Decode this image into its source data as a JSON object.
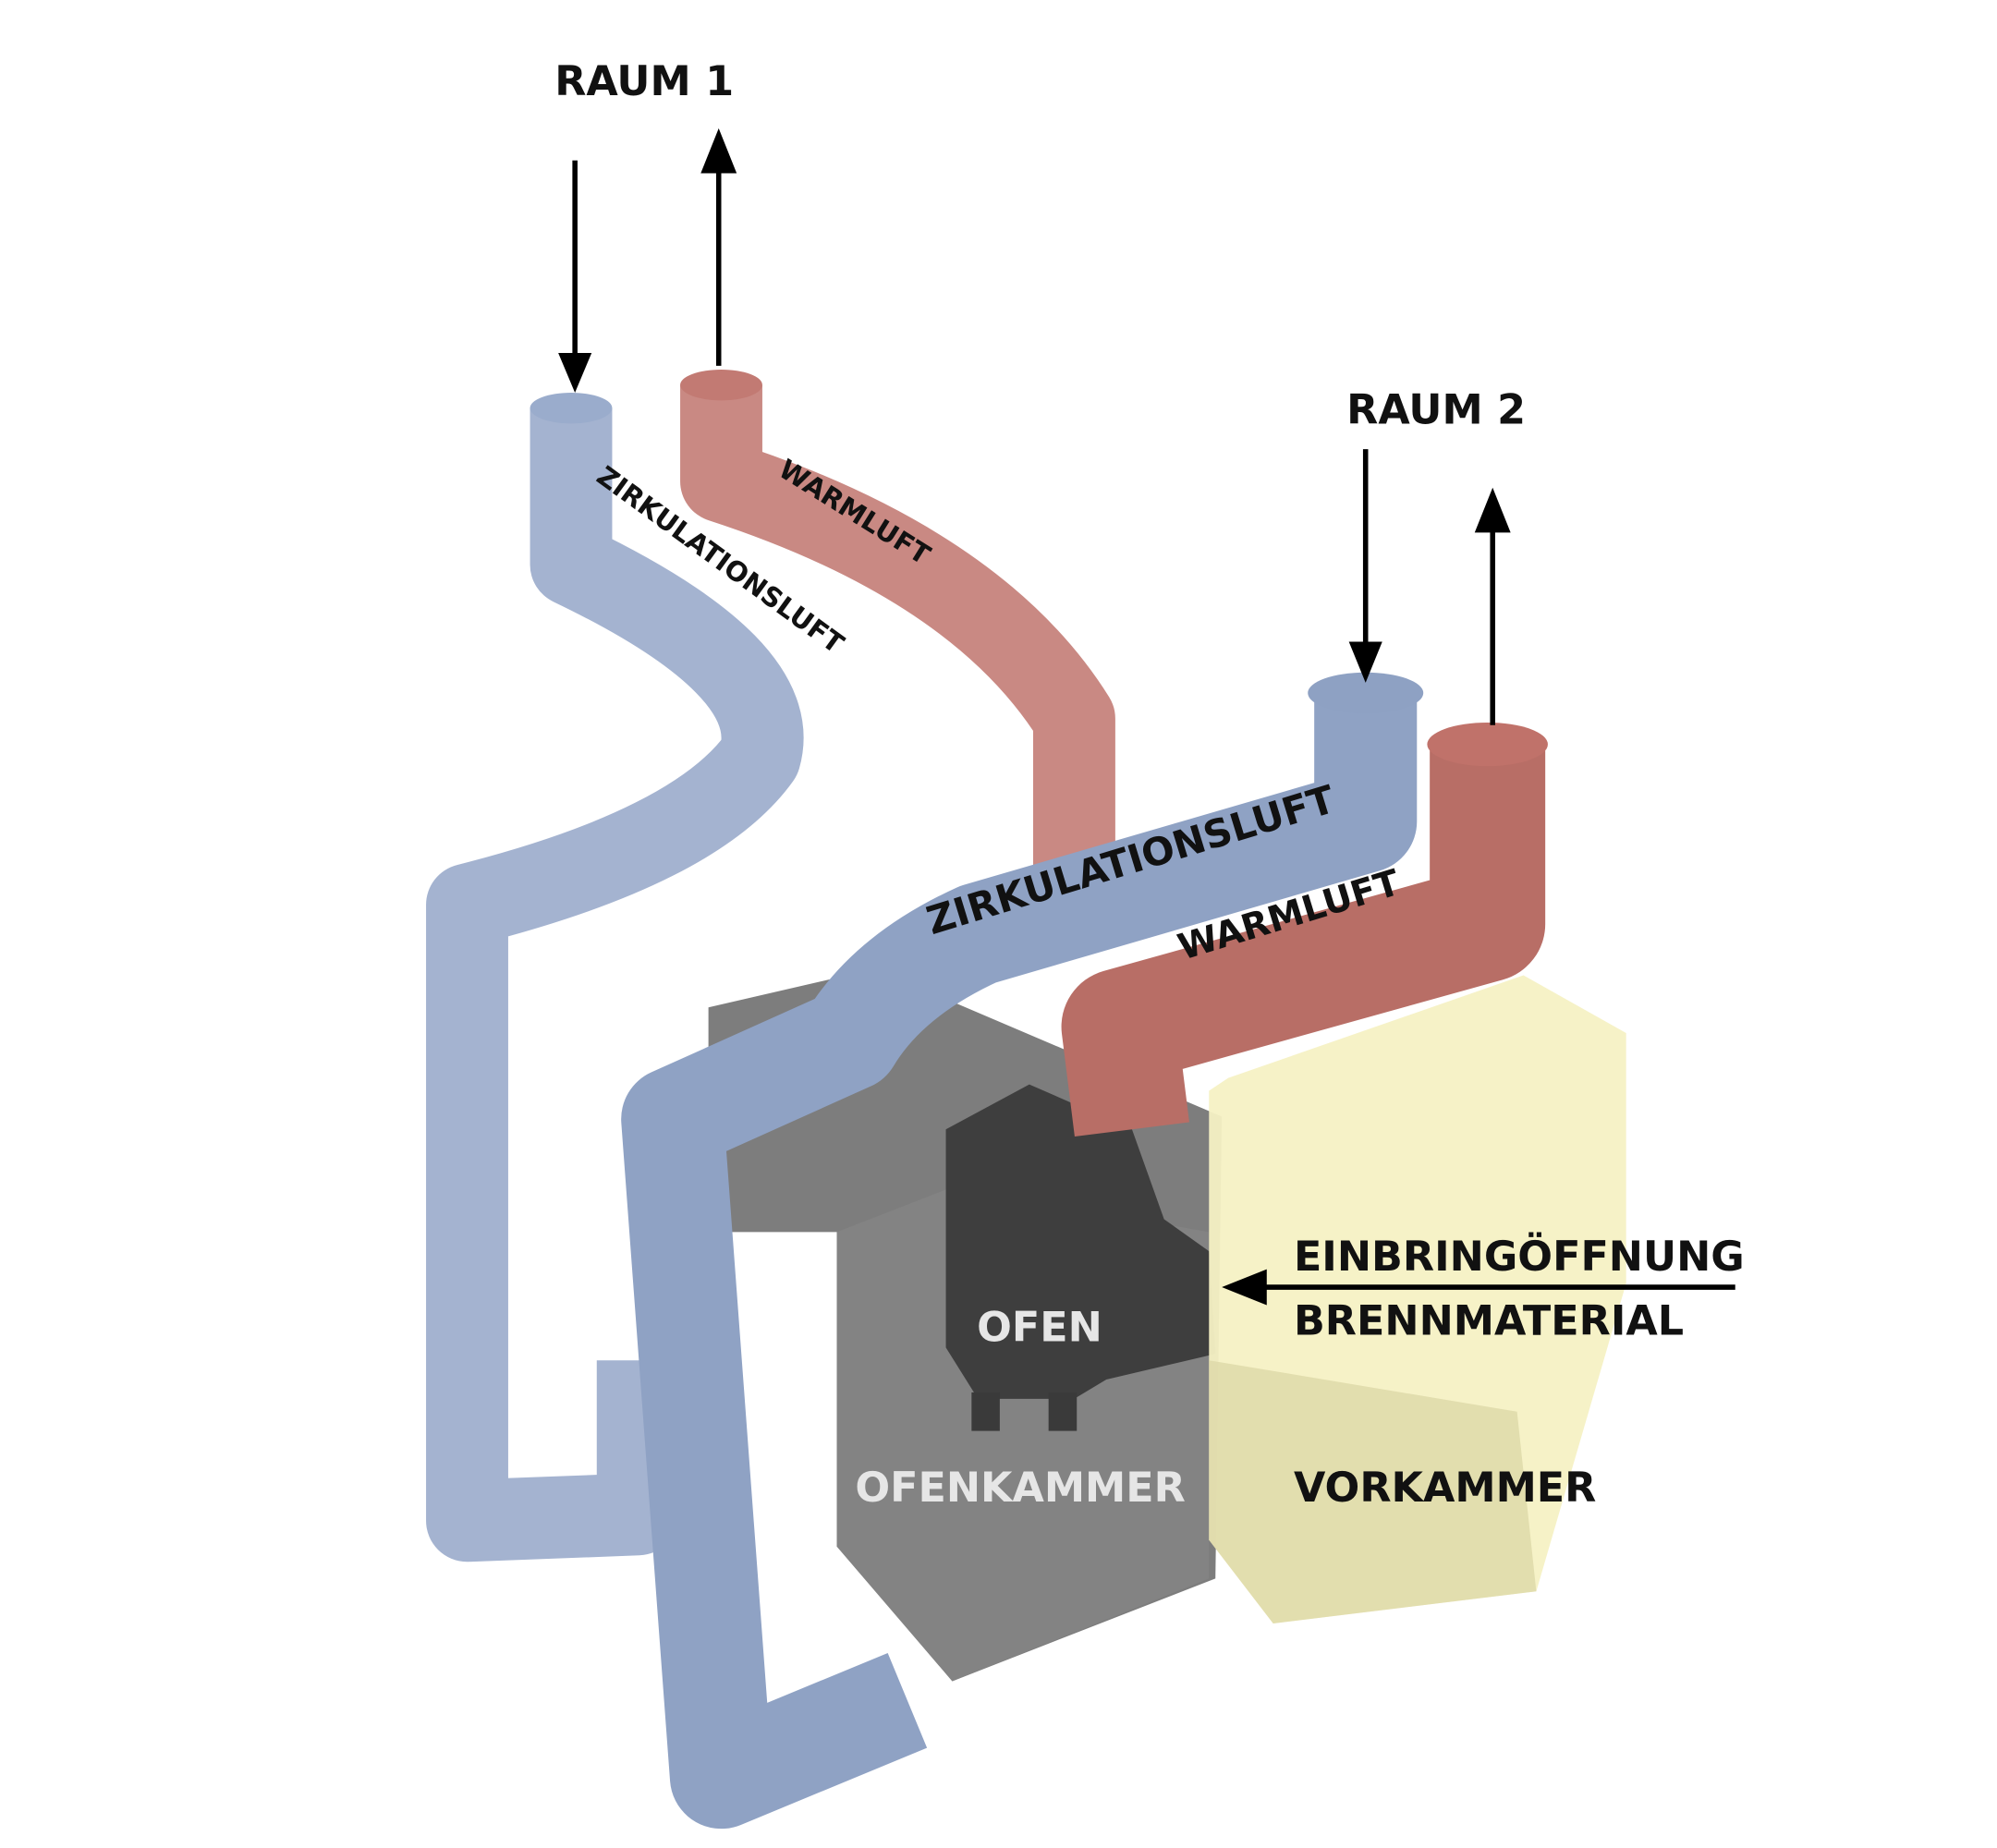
{
  "labels": {
    "room1": "RAUM 1",
    "room2": "RAUM 2",
    "circ_air_back": "ZIRKULATIONSLUFT",
    "warm_air_back": "WARMLUFT",
    "circ_air_front": "ZIRKULATIONSLUFT",
    "warm_air_front": "WARMLUFT",
    "oven": "OFEN",
    "oven_chamber": "OFENKAMMER",
    "antechamber": "VORKAMMER",
    "fuel_opening_line1": "EINBRINGÖFFNUNG",
    "fuel_opening_line2": "BRENNMATERIAL"
  },
  "colors": {
    "circulation_air": "#95a7c9",
    "warm_air": "#bf736b",
    "antechamber": "#f3efbf",
    "chamber": "#6e6e6e",
    "oven": "#3e3e3e"
  }
}
